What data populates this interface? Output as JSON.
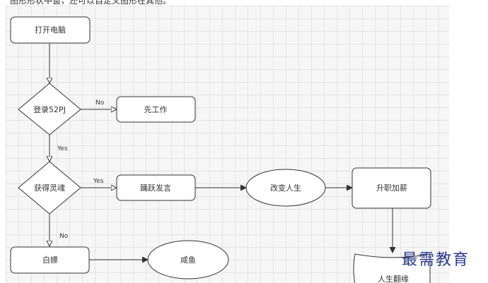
{
  "caption": "图形形状中窗，还可以自定义图形在其他。",
  "nodes": {
    "open_pc": "打开电脑",
    "login_52pj": "登录52PJ",
    "work_first": "先工作",
    "get_inspiration": "获得灵魂",
    "speak_actively": "踊跃发言",
    "change_life": "改变人生",
    "promotion": "升职加薪",
    "freeload": "白嫖",
    "salted_fish": "咸鱼",
    "life_turnaround": "人生翻缘"
  },
  "edges": {
    "no_1": "No",
    "yes_1": "Yes",
    "yes_2": "Yes",
    "no_2": "No"
  },
  "watermark": "最需教育",
  "colors": {
    "stroke": "#333333",
    "fill": "#ffffff",
    "grid": "#e4e4e4",
    "watermark": "#2a3b8f"
  }
}
